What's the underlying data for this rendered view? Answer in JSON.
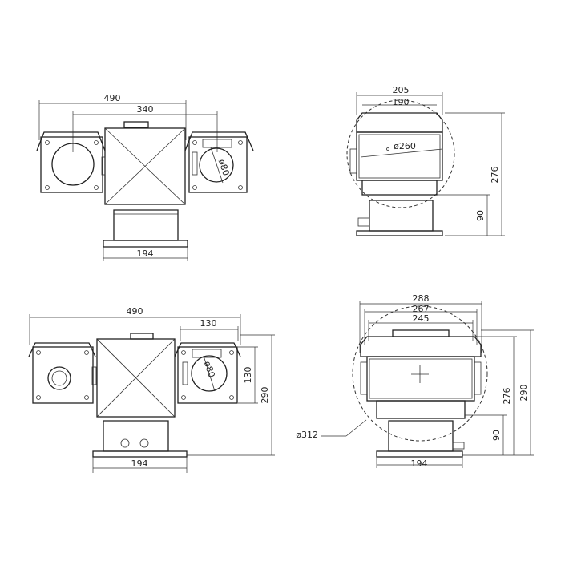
{
  "views": {
    "top_left": {
      "overall_width": "490",
      "lens_spacing": "340",
      "lens_diameter": "ø80",
      "base_width": "194"
    },
    "top_right": {
      "top_width": "205",
      "inner_width": "190",
      "housing_diameter": "ø260",
      "total_height": "276",
      "base_height": "90"
    },
    "bottom_left": {
      "overall_width": "490",
      "box_width": "130",
      "lens_diameter": "ø80",
      "box_height": "130",
      "total_height": "290",
      "base_width": "194"
    },
    "bottom_right": {
      "outer_width": "288",
      "middle_width": "267",
      "inner_width": "245",
      "sweep_diameter": "ø312",
      "height_276": "276",
      "height_290": "290",
      "base_height": "90",
      "base_width": "194"
    }
  }
}
